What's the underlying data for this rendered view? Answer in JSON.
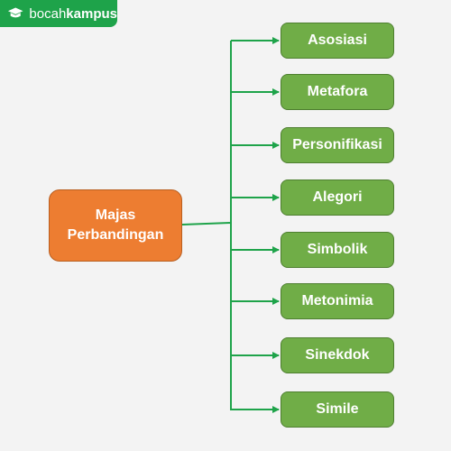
{
  "brand": {
    "name_light": "bocah",
    "name_bold": "kampus",
    "icon": "graduation-cap-icon",
    "color": "#1ea34a"
  },
  "diagram": {
    "root": {
      "label": "Majas\nPerbandingan",
      "color": "#ed7d31"
    },
    "children": [
      {
        "label": "Asosiasi"
      },
      {
        "label": "Metafora"
      },
      {
        "label": "Personifikasi"
      },
      {
        "label": "Alegori"
      },
      {
        "label": "Simbolik"
      },
      {
        "label": "Metonimia"
      },
      {
        "label": "Sinekdok"
      },
      {
        "label": "Simile"
      }
    ],
    "child_color": "#70ad47",
    "connector_color": "#1ea34a"
  }
}
